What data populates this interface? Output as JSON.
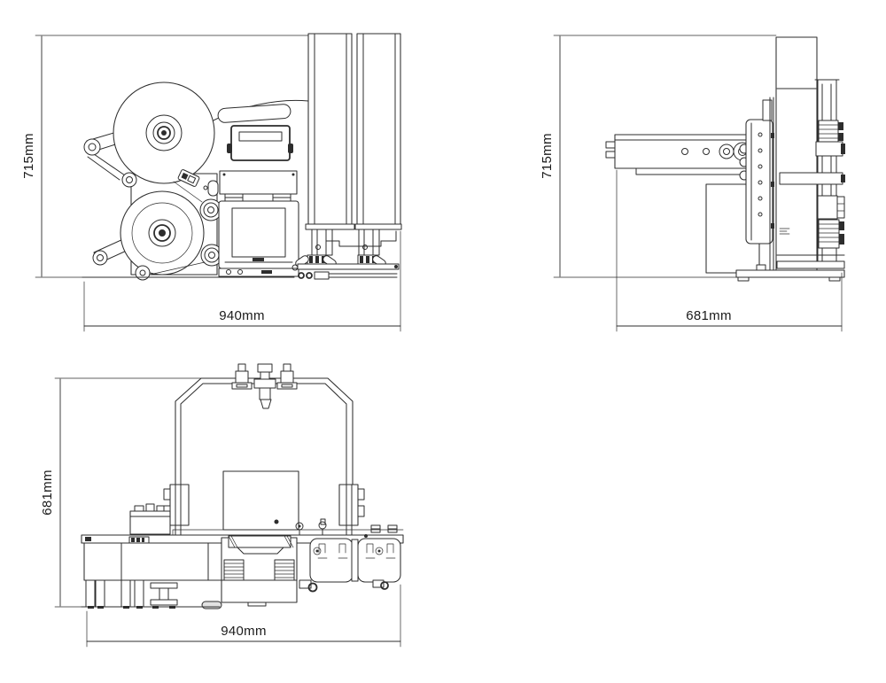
{
  "page": {
    "background": "#ffffff"
  },
  "drawing": {
    "stroke_color": "#2d2d2d",
    "dim_text_color": "#1a1a1a",
    "views": {
      "front": {
        "height_dim_label": "715mm",
        "width_dim_label": "940mm"
      },
      "side": {
        "height_dim_label": "715mm",
        "width_dim_label": "681mm"
      },
      "top": {
        "height_dim_label": "681mm",
        "width_dim_label": "940mm"
      }
    }
  }
}
